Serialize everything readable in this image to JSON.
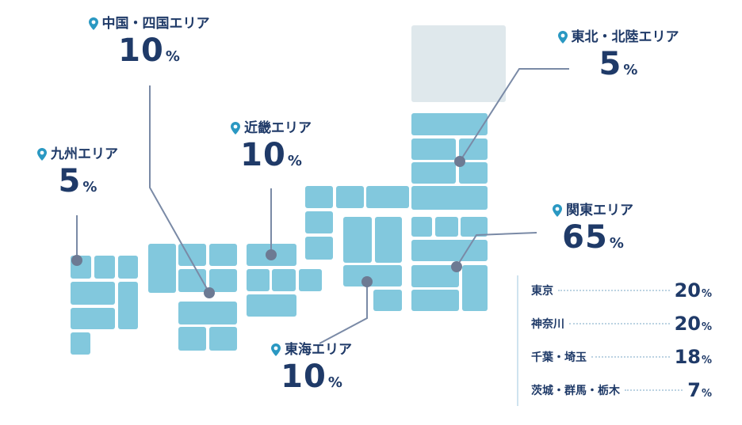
{
  "chart_data": {
    "type": "map",
    "series_unit": "%",
    "regions": [
      {
        "id": "chugoku-shikoku",
        "name": "中国・四国エリア",
        "value": 10
      },
      {
        "id": "tohoku-hokuriku",
        "name": "東北・北陸エリア",
        "value": 5
      },
      {
        "id": "kinki",
        "name": "近畿エリア",
        "value": 10
      },
      {
        "id": "kyushu",
        "name": "九州エリア",
        "value": 5
      },
      {
        "id": "kanto",
        "name": "関東エリア",
        "value": 65
      },
      {
        "id": "tokai",
        "name": "東海エリア",
        "value": 10
      }
    ],
    "breakdown": [
      {
        "label": "東京",
        "value": 20
      },
      {
        "label": "神奈川",
        "value": 20
      },
      {
        "label": "千葉・埼玉",
        "value": 18
      },
      {
        "label": "茨城・群馬・栃木",
        "value": 7
      }
    ],
    "colors": {
      "tile": "#82c8dd",
      "tile_hokkaido": "#dfe8ec",
      "connector": "#7a8aa6",
      "marker": "#6d7a93",
      "text": "#1f3a68",
      "pin": "#2a98c2"
    }
  }
}
